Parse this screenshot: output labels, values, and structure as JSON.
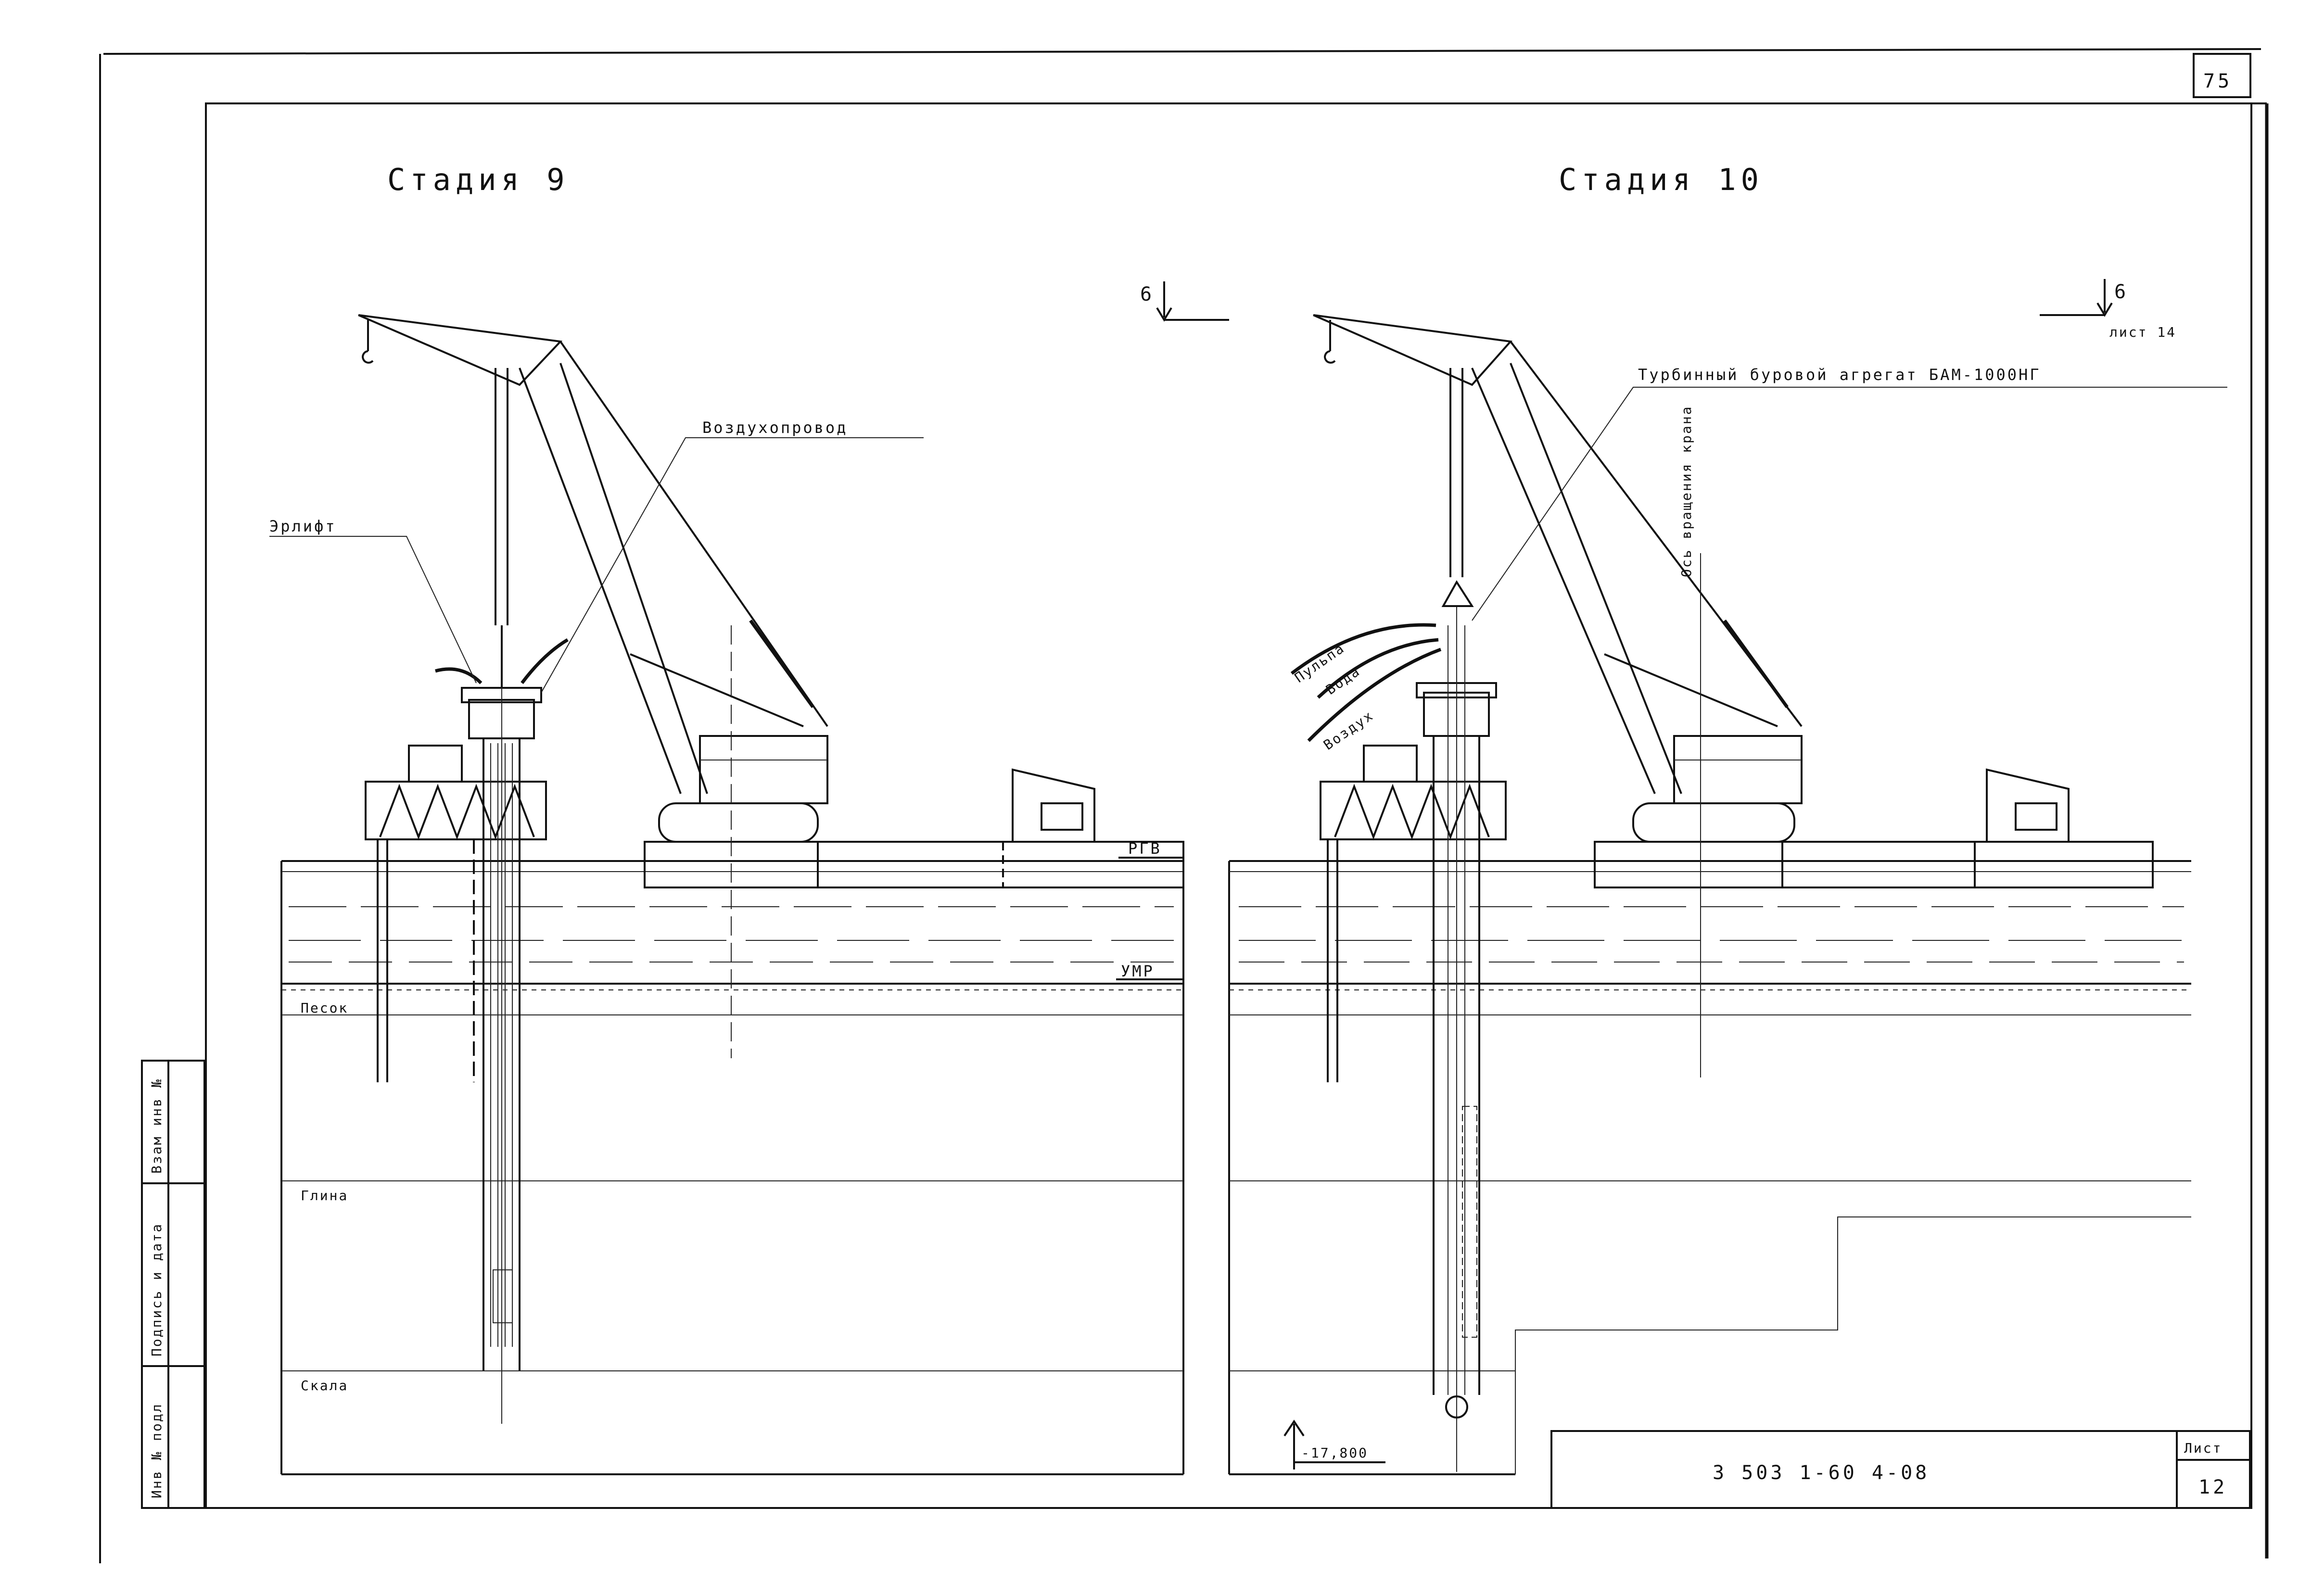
{
  "sheet": {
    "page_number": "75",
    "doc_code": "3 503 1-60 4-08",
    "sheet_label": "Лист",
    "sheet_number": "12",
    "side_stamp": [
      "Инв № подл",
      "Подпись и дата",
      "Взам инв №"
    ]
  },
  "stage9": {
    "title": "Стадия 9",
    "section_mark": "6",
    "labels": {
      "airlift": "Эрлифт",
      "air_duct": "Воздухопровод",
      "rgv": "РГВ",
      "umr": "УМР",
      "sand": "Песок",
      "clay": "Глина",
      "rock": "Скала"
    }
  },
  "stage10": {
    "title": "Стадия 10",
    "section_mark": "6",
    "section_ref": "лист 14",
    "labels": {
      "turbine": "Турбинный буровой агрегат  БАМ-1000НГ",
      "crane_axis": "Ось вращения крана",
      "pulp": "Пульпа",
      "water": "Вода",
      "air": "Воздух",
      "elevation": "-17,800"
    }
  }
}
